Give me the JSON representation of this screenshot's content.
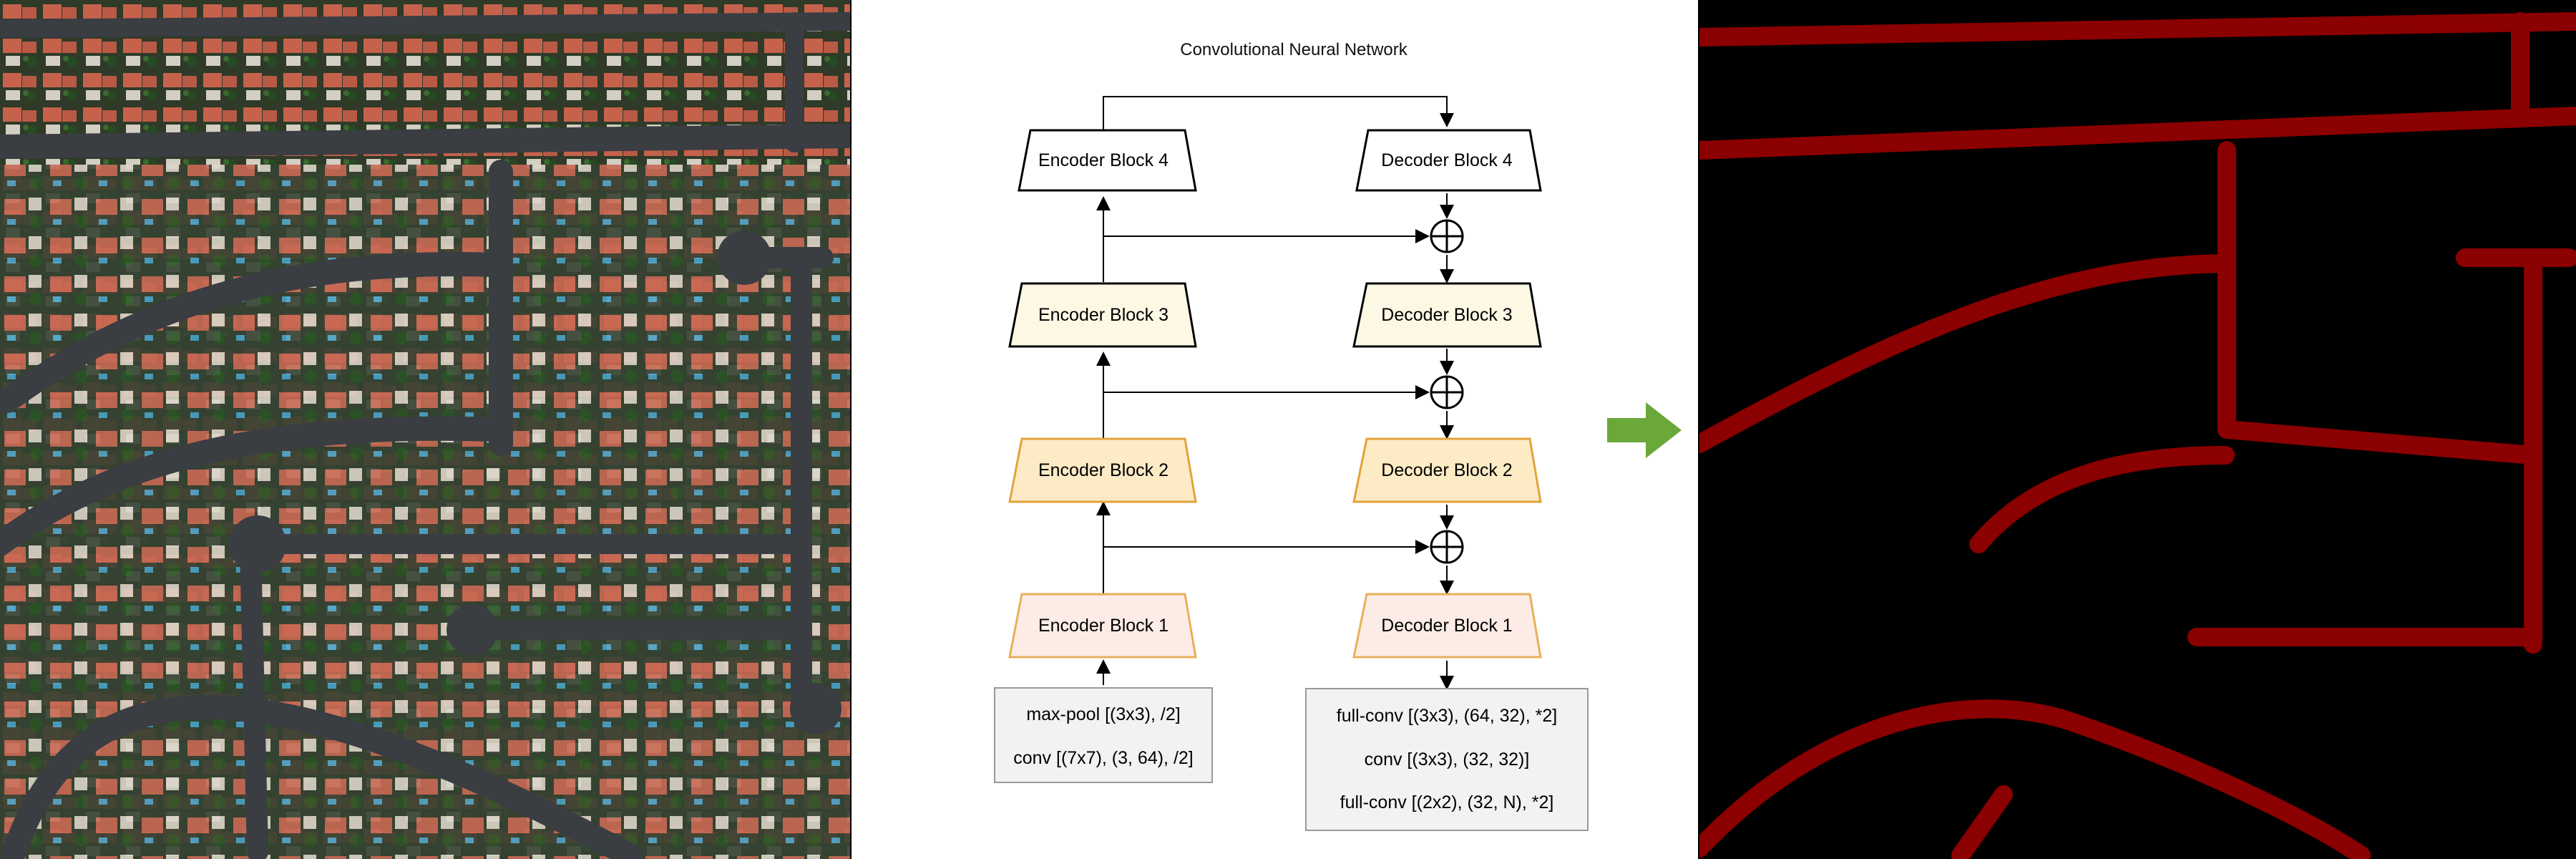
{
  "diagram": {
    "title": "Convolutional Neural Network",
    "encoder_blocks": [
      "Encoder Block 4",
      "Encoder Block 3",
      "Encoder Block 2",
      "Encoder Block 1"
    ],
    "decoder_blocks": [
      "Decoder Block 4",
      "Decoder Block 3",
      "Decoder Block 2",
      "Decoder Block 1"
    ],
    "input_ops": [
      "max-pool [(3x3), /2]",
      "conv [(7x7), (3, 64), /2]"
    ],
    "output_ops": [
      "full-conv [(3x3), (64, 32), *2]",
      "conv [(3x3), (32, 32)]",
      "full-conv [(2x2), (32, N), *2]"
    ]
  },
  "colors": {
    "block4": "#ffffff",
    "block3": "#fdf8e4",
    "block2": "#fdebc5",
    "block1": "#fdece6",
    "block2_border": "#e3a23b",
    "block1_border": "#e8b05a",
    "op_box": "#f2f2f2",
    "arrow": "#6aa83a",
    "road": "#8b0000"
  }
}
